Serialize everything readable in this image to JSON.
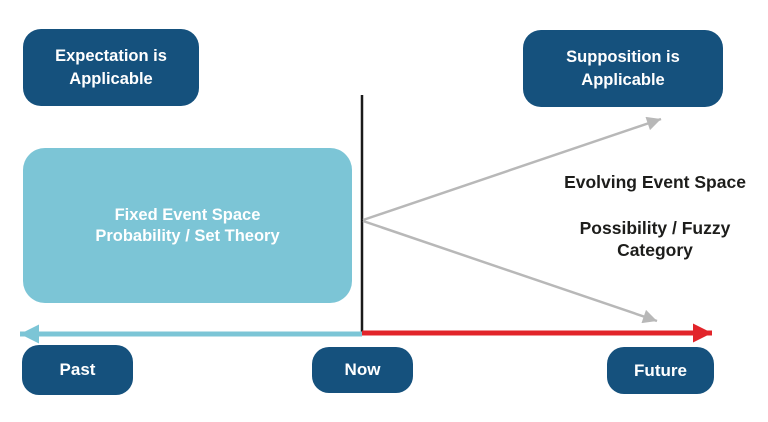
{
  "colors": {
    "dark_blue": "#15517d",
    "light_blue": "#7cc5d6",
    "red": "#e2242a",
    "arrow_gray": "#b8b8b8",
    "line_black": "#1a1a1a",
    "text_dark": "#1d1d1b",
    "text_white": "#ffffff",
    "background": "#ffffff"
  },
  "badges": {
    "expectation": {
      "lines": [
        "Expectation is",
        "Applicable"
      ]
    },
    "supposition": {
      "lines": [
        "Supposition is",
        "Applicable"
      ]
    }
  },
  "fixed_box": {
    "lines": [
      "Fixed Event Space",
      "Probability / Set Theory"
    ]
  },
  "right_labels": {
    "evolving": "Evolving Event Space",
    "possibility": {
      "lines": [
        "Possibility / Fuzzy",
        "Category"
      ]
    }
  },
  "timeline": {
    "past": "Past",
    "now": "Now",
    "future": "Future"
  }
}
